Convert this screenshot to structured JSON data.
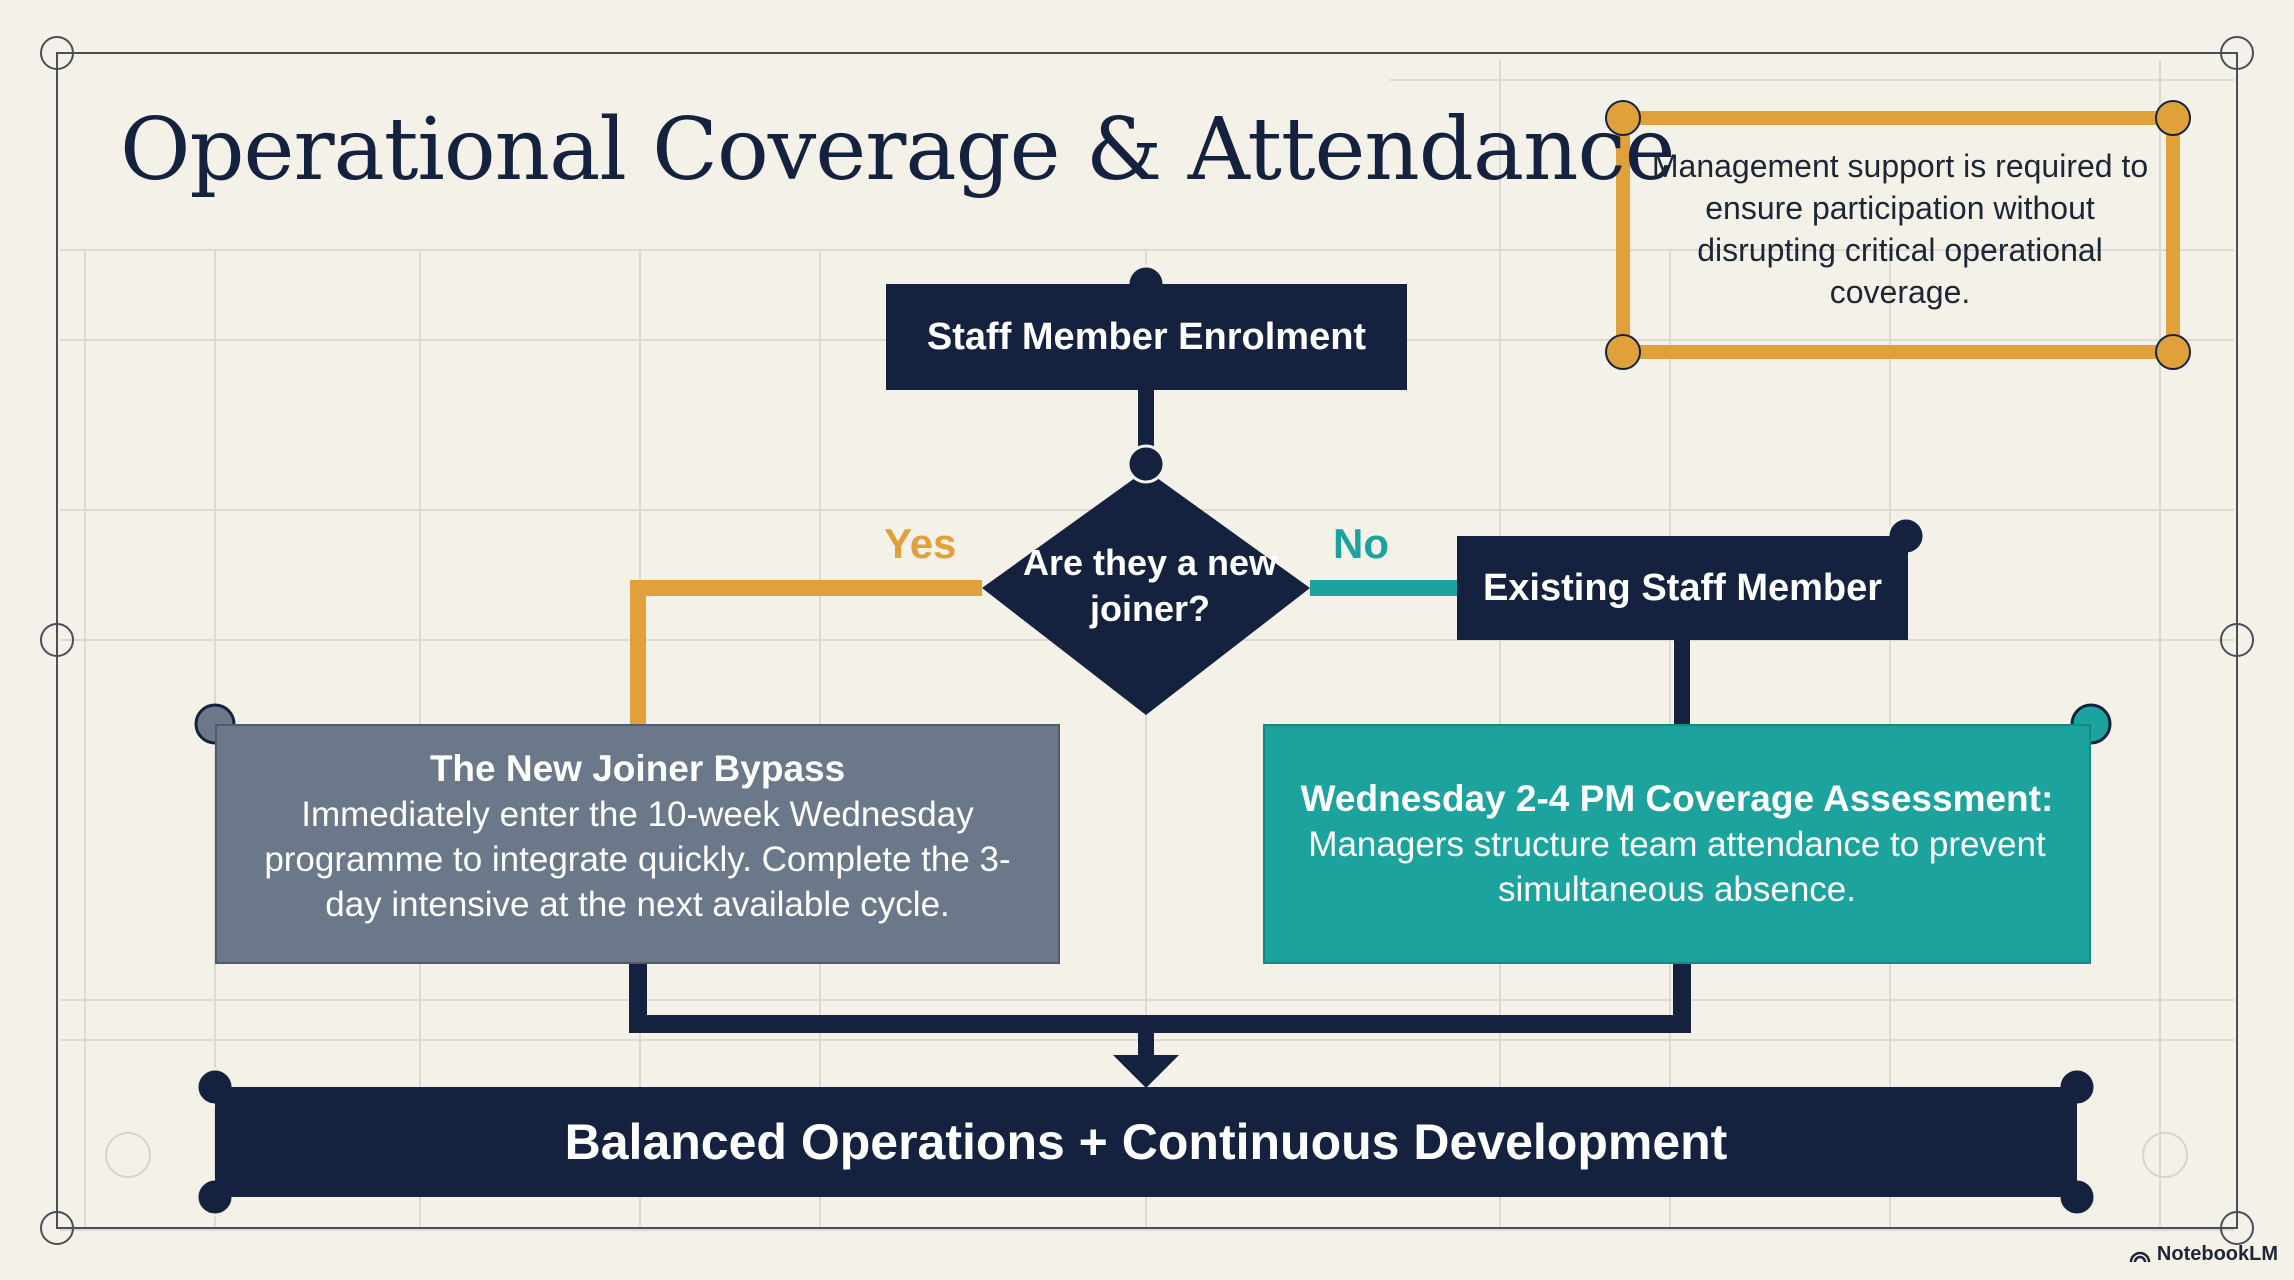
{
  "title": "Operational Coverage & Attendance",
  "note": "Management support is required to ensure participation without disrupting critical operational coverage.",
  "nodes": {
    "enrolment": "Staff Member Enrolment",
    "decision": "Are they a new joiner?",
    "existing": "Existing Staff Member",
    "bypass_title": "The New Joiner Bypass",
    "bypass_body": "Immediately enter the 10-week Wednesday programme to integrate quickly. Complete the 3-day intensive at the next available cycle.",
    "coverage_title": "Wednesday 2-4 PM Coverage Assessment:",
    "coverage_body": "Managers structure team attendance to prevent simultaneous absence.",
    "final": "Balanced Operations + Continuous Development"
  },
  "edges": {
    "yes": "Yes",
    "no": "No"
  },
  "brand": "NotebookLM",
  "colors": {
    "navy": "#15223f",
    "amber": "#e0a03a",
    "teal": "#1da39d",
    "slate": "#6a7889",
    "background": "#f4f1e9"
  }
}
